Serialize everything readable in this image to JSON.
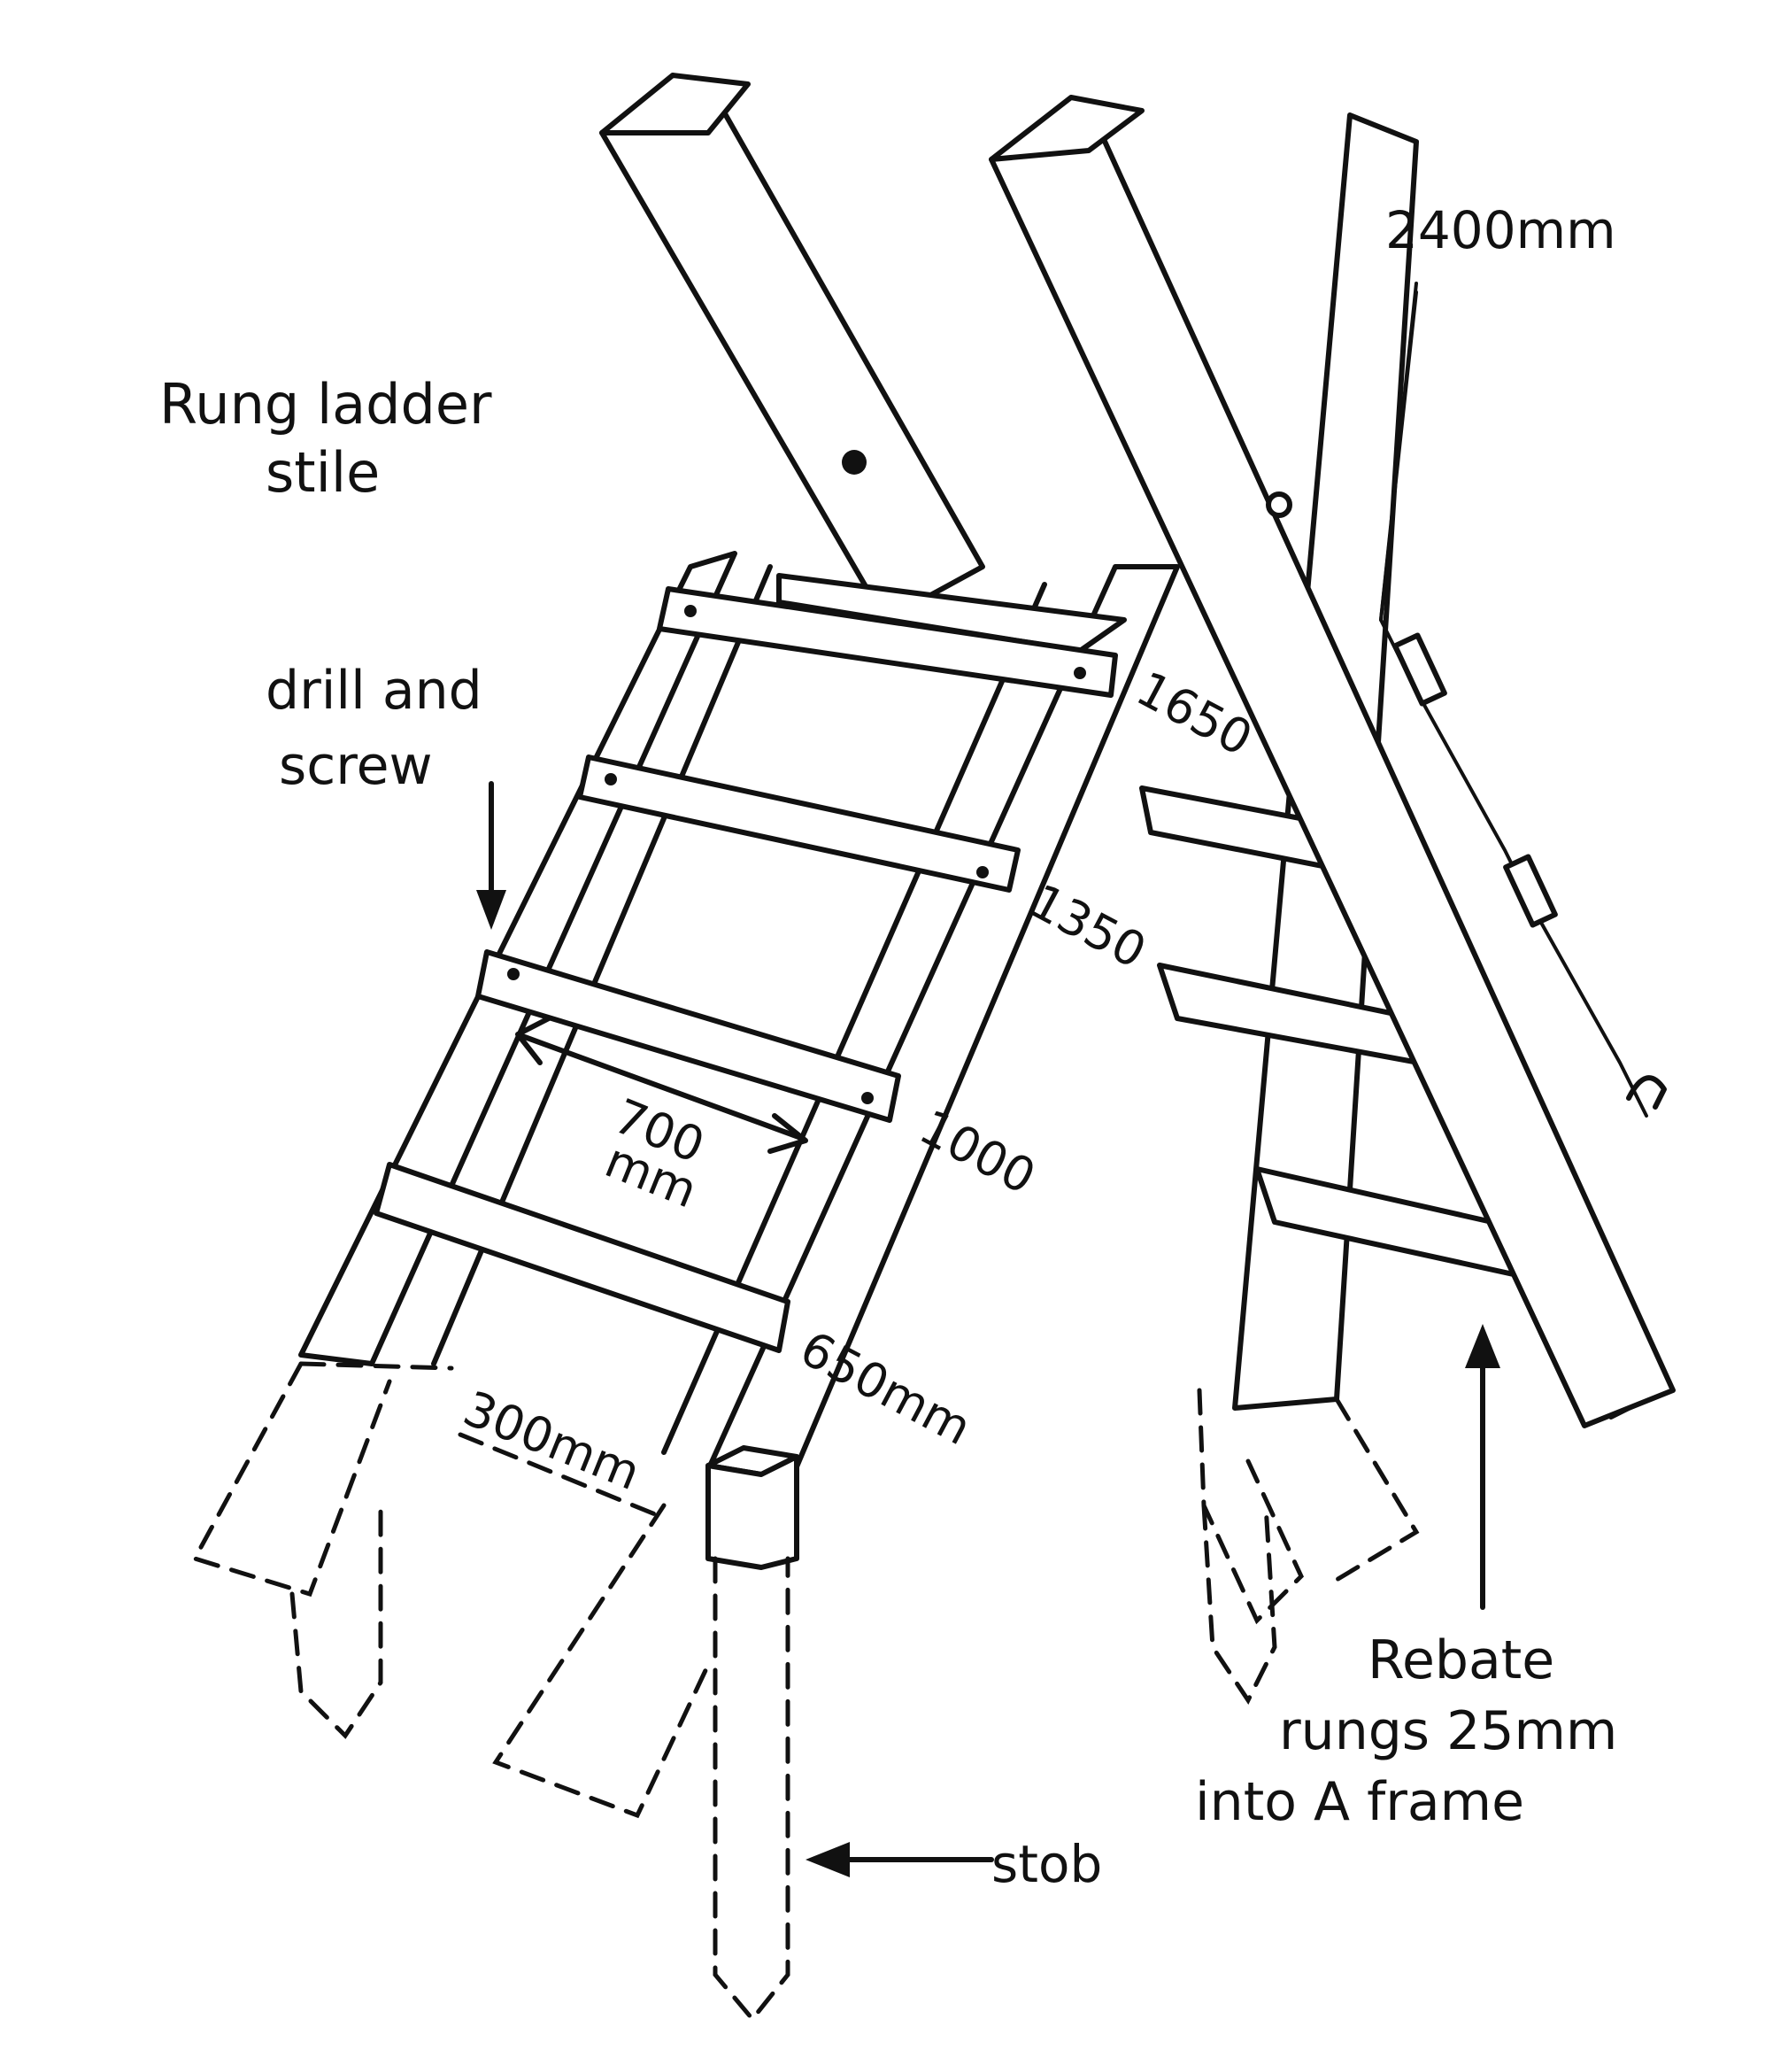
{
  "title": {
    "line1": "Rung ladder",
    "line2": "stile"
  },
  "notes": {
    "drill_line1": "drill and",
    "drill_line2": "screw",
    "stob": "stob",
    "rebate_line1": "Rebate",
    "rebate_line2": "rungs 25mm",
    "rebate_line3": "into A frame"
  },
  "dimensions": {
    "top_length": "2400mm",
    "rung_1650": "1650",
    "rung_1350": "1350",
    "rung_1000": "1000",
    "rung_650": "650mm",
    "width_value": "700",
    "width_unit": "mm",
    "depth": "300mm"
  }
}
